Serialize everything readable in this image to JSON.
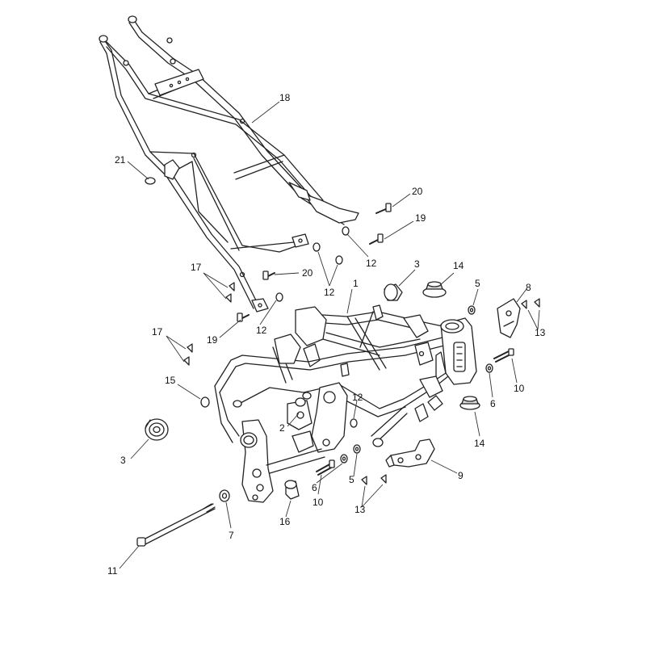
{
  "diagram": {
    "callouts": [
      {
        "label": "1"
      },
      {
        "label": "2"
      },
      {
        "label": "3"
      },
      {
        "label": "3"
      },
      {
        "label": "5"
      },
      {
        "label": "5"
      },
      {
        "label": "6"
      },
      {
        "label": "6"
      },
      {
        "label": "7"
      },
      {
        "label": "8"
      },
      {
        "label": "9"
      },
      {
        "label": "10"
      },
      {
        "label": "10"
      },
      {
        "label": "11"
      },
      {
        "label": "12"
      },
      {
        "label": "12"
      },
      {
        "label": "12"
      },
      {
        "label": "12"
      },
      {
        "label": "13"
      },
      {
        "label": "13"
      },
      {
        "label": "14"
      },
      {
        "label": "14"
      },
      {
        "label": "15"
      },
      {
        "label": "16"
      },
      {
        "label": "17"
      },
      {
        "label": "17"
      },
      {
        "label": "18"
      },
      {
        "label": "19"
      },
      {
        "label": "19"
      },
      {
        "label": "20"
      },
      {
        "label": "20"
      },
      {
        "label": "21"
      }
    ]
  }
}
